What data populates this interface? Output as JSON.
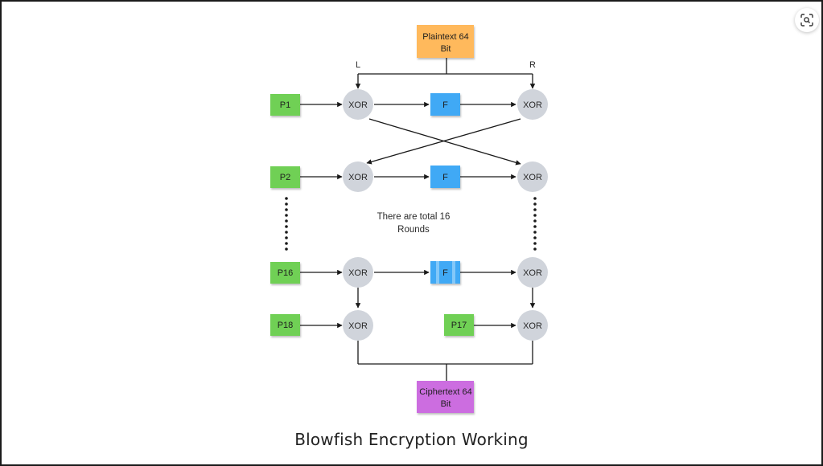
{
  "diagram": {
    "title": "Blowfish Encryption Working",
    "plaintext": [
      "Plaintext 64",
      "Bit"
    ],
    "ciphertext": [
      "Ciphertext 64",
      "Bit"
    ],
    "left_label": "L",
    "right_label": "R",
    "note": [
      "There are total 16",
      "Rounds"
    ],
    "subkeys": [
      "P1",
      "P2",
      "P16",
      "P18",
      "P17"
    ],
    "xor_label": "XOR",
    "f_label": "F",
    "colors": {
      "plaintext": "#ffb95c",
      "ciphertext": "#cc6de0",
      "subkey": "#6fd054",
      "f_box": "#3fa9f5",
      "xor_node": "#d0d4db",
      "line": "#1a1a1a"
    }
  },
  "toolbar": {
    "lens_icon": "visual-search-icon"
  }
}
